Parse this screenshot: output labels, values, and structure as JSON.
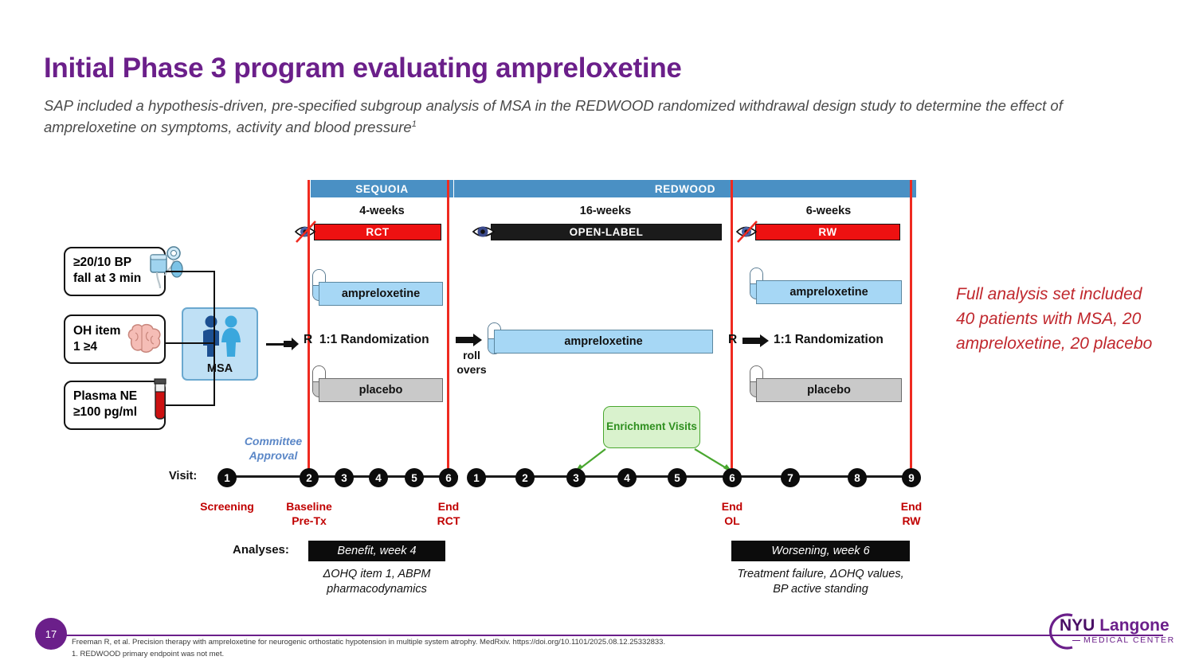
{
  "header": {
    "title": "Initial Phase 3 program evaluating ampreloxetine",
    "subtitle": "SAP included a hypothesis-driven, pre-specified subgroup analysis of MSA in the REDWOOD randomized withdrawal design study to determine the effect of ampreloxetine on symptoms, activity and blood pressure",
    "subtitle_superscript": "1"
  },
  "criteria": {
    "items": [
      {
        "text": "≥20/10 BP\nfall at 3 min",
        "icon": "blood-pressure-cuff-icon"
      },
      {
        "text": "OH item\n1 ≥4",
        "icon": "brain-icon"
      },
      {
        "text": "Plasma NE\n≥100 pg/ml",
        "icon": "blood-tube-icon"
      }
    ],
    "population_label": "MSA"
  },
  "study": {
    "phases": [
      {
        "name": "SEQUOIA",
        "duration": "4-weeks",
        "band_label": "RCT",
        "band_style": "red",
        "blinded": true
      },
      {
        "name": "REDWOOD",
        "duration": "16-weeks",
        "band_label": "OPEN-LABEL",
        "band_style": "black",
        "blinded": false
      },
      {
        "name": "",
        "duration": "6-weeks",
        "band_label": "RW",
        "band_style": "red",
        "blinded": true
      }
    ],
    "arms": {
      "rct_drug": "ampreloxetine",
      "rct_placebo": "placebo",
      "ol_drug": "ampreloxetine",
      "rw_drug": "ampreloxetine",
      "rw_placebo": "placebo"
    },
    "randomization_1": {
      "letter": "R",
      "label": "1:1 Randomization"
    },
    "randomization_2": {
      "letter": "R",
      "label": "1:1 Randomization"
    },
    "rollovers_label": "roll\novers",
    "enrichment_label": "Enrichment\nVisits"
  },
  "timeline": {
    "axis_label": "Visit:",
    "committee_note": "Committee\nApproval",
    "segment_1": [
      "1",
      "2",
      "3",
      "4",
      "5",
      "6"
    ],
    "segment_2": [
      "1",
      "2",
      "3",
      "4",
      "5",
      "6",
      "7",
      "8",
      "9"
    ],
    "milestones": [
      {
        "text": "Screening"
      },
      {
        "text": "Baseline\nPre-Tx"
      },
      {
        "text": "End\nRCT"
      },
      {
        "text": "End\nOL"
      },
      {
        "text": "End\nRW"
      }
    ]
  },
  "analyses": {
    "label": "Analyses:",
    "left_box": "Benefit, week 4",
    "left_caption": "ΔOHQ item 1, ABPM\npharmacodynamics",
    "right_box": "Worsening, week 6",
    "right_caption": "Treatment failure, ΔOHQ values,\nBP active standing"
  },
  "annotation": {
    "text": "Full analysis set included 40 patients with MSA, 20 ampreloxetine, 20 placebo"
  },
  "footer": {
    "page_number": "17",
    "citation_line_1": "Freeman R, et al. Precision therapy with ampreloxetine for neurogenic orthostatic hypotension in multiple system atrophy. MedRxiv. https://doi.org/10.1101/2025.08.12.25332833.",
    "citation_line_2": "1. REDWOOD primary endpoint was not met.",
    "logo_primary": "NYU",
    "logo_secondary": "Langone",
    "logo_tagline": "MEDICAL CENTER"
  },
  "colors": {
    "title_purple": "#6b1f8a",
    "phase_blue": "#4a90c4",
    "red_line": "#ef2a20",
    "band_red": "#ee1111",
    "drug_blue": "#a6d7f5",
    "placebo_grey": "#c9c9c9",
    "enrichment_green": "#49a72f",
    "annotation_red": "#c0272d",
    "milestone_red": "#c00000"
  }
}
